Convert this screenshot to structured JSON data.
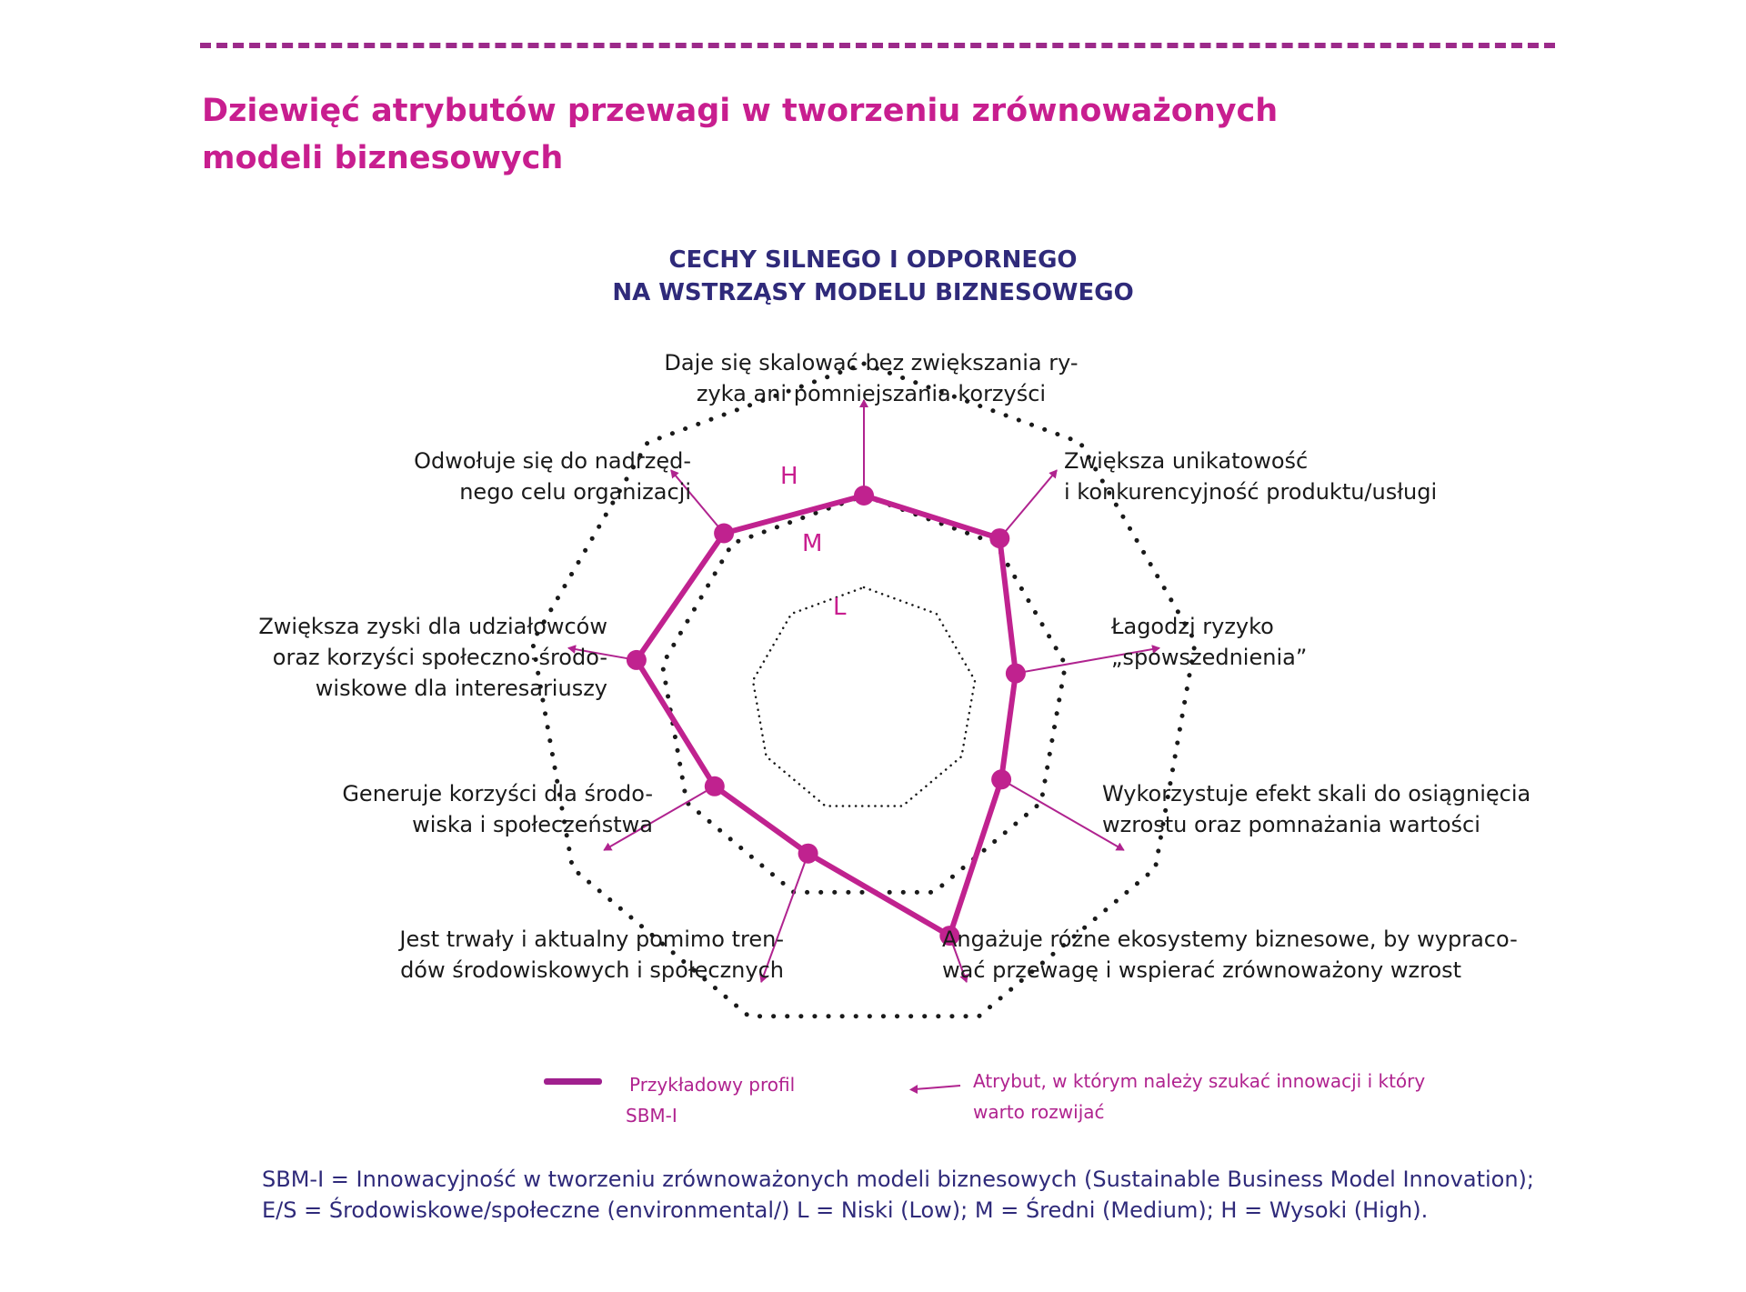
{
  "page_title": [
    "Dziewięć atrybutów przewagi w tworzeniu zrównoważonych",
    "modeli biznesowych"
  ],
  "chart_title": [
    "CECHY SILNEGO I ODPORNEGO",
    "NA WSTRZĄSY MODELU BIZNESOWEGO"
  ],
  "attributes": [
    {
      "lines": [
        "Daje się skalować bez zwiększania ry-",
        "zyka ani pomniejszania korzyści"
      ]
    },
    {
      "lines": [
        "Zwiększa unikatowość",
        "i konkurencyjność produktu/usługi"
      ]
    },
    {
      "lines": [
        "Łagodzi ryzyko",
        "„spowszednienia”"
      ]
    },
    {
      "lines": [
        "Wykorzystuje efekt skali do osiągnięcia",
        "wzrostu oraz pomnażania wartości"
      ]
    },
    {
      "lines": [
        "Angażuje różne ekosystemy biznesowe, by wypraco-",
        "wać przewagę i wspierać zrównoważony wzrost"
      ]
    },
    {
      "lines": [
        "Jest trwały i aktualny pomimo tren-",
        "dów środowiskowych i społecznych"
      ]
    },
    {
      "lines": [
        "Generuje korzyści dla środo-",
        "wiska i społeczeństwa"
      ]
    },
    {
      "lines": [
        "Zwiększa zyski dla udziałowców",
        "oraz korzyści społeczno-środo-",
        "wiskowe dla interesariuszy"
      ]
    },
    {
      "lines": [
        "Odwołuje się do nadrzęd-",
        "nego celu organizacji"
      ]
    }
  ],
  "levels": {
    "low": "L",
    "medium": "M",
    "high": "H"
  },
  "profile": {
    "scale": "L = 1, M = 2, H = 3",
    "values": [
      2.0,
      2.05,
      1.45,
      1.5,
      2.35,
      1.55,
      1.65,
      2.2,
      2.1
    ]
  },
  "legend": {
    "profile_label": [
      "Przykładowy profil",
      "SBM-I"
    ],
    "arrow_label": [
      "Atrybut, w którym należy szukać innowacji i który",
      "warto rozwijać"
    ]
  },
  "footnote": [
    "SBM-I = Innowacyjność w tworzeniu zrównoważonych modeli biznesowych (Sustainable Business Model Innovation);",
    "E/S = Środowiskowe/społeczne (environmental/) L = Niski (Low); M = Średni (Medium); H = Wysoki (High)."
  ],
  "colors": {
    "accent": "#c81e8f",
    "profile": "#c0228f",
    "arrow": "#b0238f",
    "navy": "#2f2a7a",
    "dots": "#1a1a1a"
  }
}
